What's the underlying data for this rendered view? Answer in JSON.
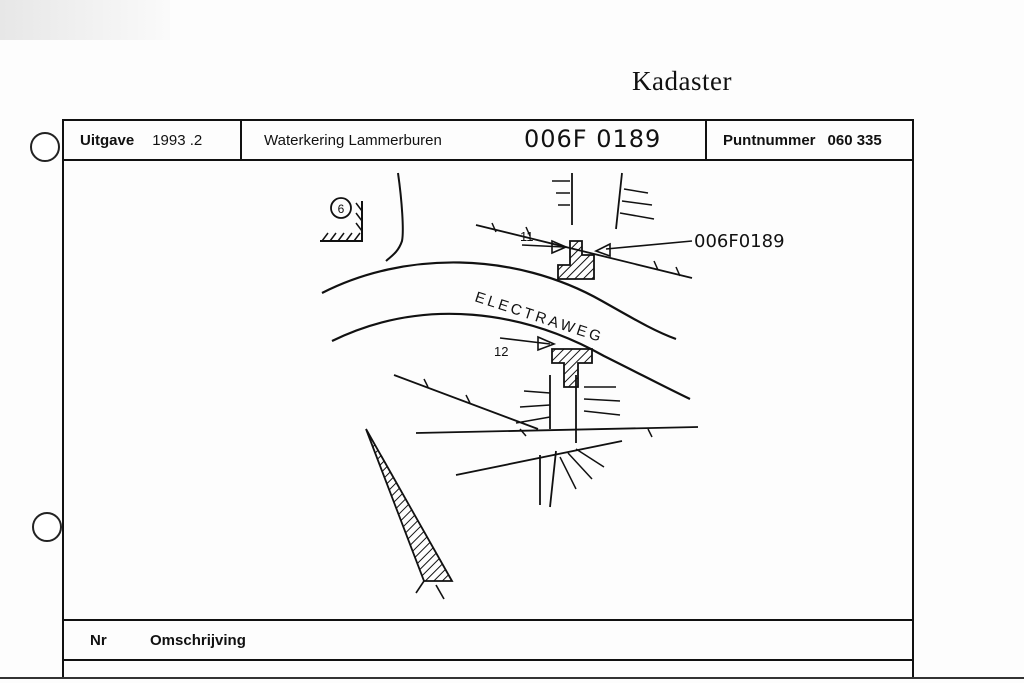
{
  "brand": "Kadaster",
  "header": {
    "edition_label": "Uitgave",
    "edition_value": "1993 .2",
    "location": "Waterkering Lammerburen",
    "handwritten_code": "006F 0189",
    "point_label": "Puntnummer",
    "point_value": "060 335"
  },
  "drawing": {
    "street_name": "ELECTRAWEG",
    "marker_11": "11",
    "marker_12": "12",
    "annotation": "006F0189",
    "circle_label": "6"
  },
  "footer": {
    "nr_label": "Nr",
    "description_label": "Omschrijving"
  }
}
